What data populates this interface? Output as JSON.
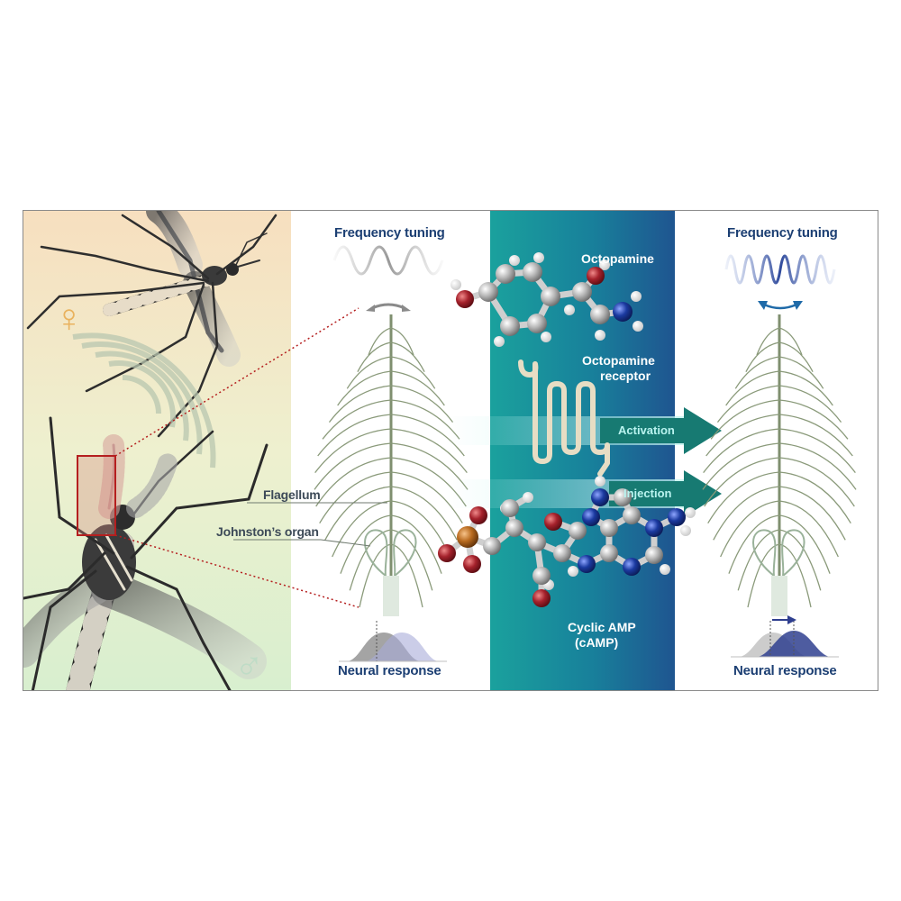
{
  "left_panel": {
    "female_symbol": "♀",
    "male_symbol": "♂"
  },
  "middle_panel": {
    "frequency_title": "Frequency tuning",
    "flagellum_label": "Flagellum",
    "johnston_label": "Johnston’s organ",
    "neural_title": "Neural response"
  },
  "molecule_panel": {
    "octopamine_label": "Octopamine",
    "receptor_label_line1": "Octopamine",
    "receptor_label_line2": "receptor",
    "activation_label": "Activation",
    "injection_label": "Injection",
    "camp_label_line1": "Cyclic AMP",
    "camp_label_line2": "(cAMP)"
  },
  "right_panel": {
    "frequency_title": "Frequency tuning",
    "neural_title": "Neural response"
  },
  "colors": {
    "heading": "#1c3f73",
    "label": "#3d4a58",
    "teal_panel": "#1a9a99",
    "blue_panel": "#1f5a91",
    "arrow": "#177a72",
    "oxygen": "#a5222c",
    "nitrogen": "#1b3aa0",
    "phosphorus": "#b86a1e"
  },
  "icons": [
    "mosquito-female-icon",
    "mosquito-male-icon",
    "antenna-icon",
    "wave-icon",
    "molecule-icon",
    "receptor-icon",
    "arrow-icon",
    "distribution-icon"
  ]
}
